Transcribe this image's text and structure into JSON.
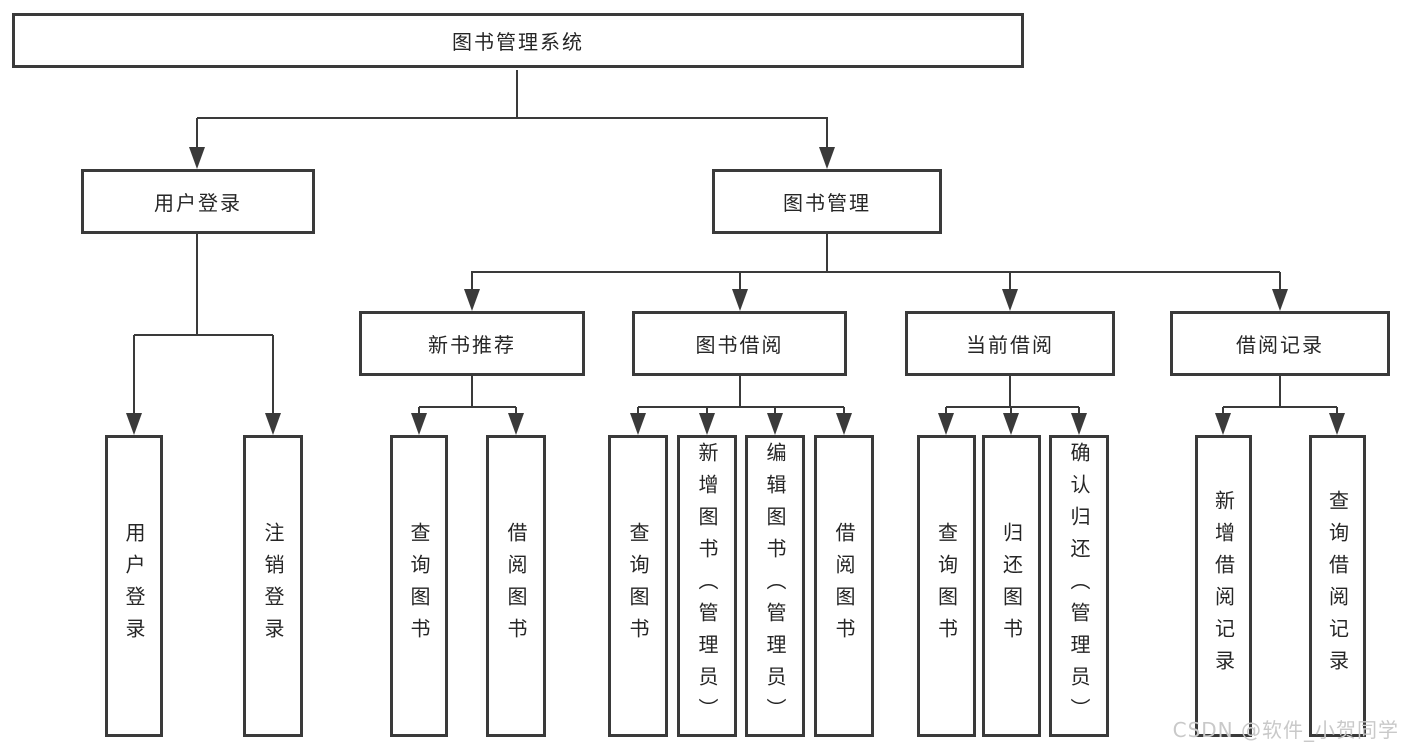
{
  "tree": {
    "label": "图书管理系统",
    "children": [
      {
        "label": "用户登录",
        "children": [
          {
            "label": "用户登录"
          },
          {
            "label": "注销登录"
          }
        ]
      },
      {
        "label": "图书管理",
        "children": [
          {
            "label": "新书推荐",
            "children": [
              {
                "label": "查询图书"
              },
              {
                "label": "借阅图书"
              }
            ]
          },
          {
            "label": "图书借阅",
            "children": [
              {
                "label": "查询图书"
              },
              {
                "label": "新增图书（管理员）"
              },
              {
                "label": "编辑图书（管理员）"
              },
              {
                "label": "借阅图书"
              }
            ]
          },
          {
            "label": "当前借阅",
            "children": [
              {
                "label": "查询图书"
              },
              {
                "label": "归还图书"
              },
              {
                "label": "确认归还（管理员）"
              }
            ]
          },
          {
            "label": "借阅记录",
            "children": [
              {
                "label": "新增借阅记录"
              },
              {
                "label": "查询借阅记录"
              }
            ]
          }
        ]
      }
    ]
  },
  "watermark": "CSDN @软件_小贺同学",
  "colors": {
    "line": "#3a3a3a",
    "text": "#262626",
    "box_background": "#ffffff",
    "watermark": "#c9c9c9"
  }
}
